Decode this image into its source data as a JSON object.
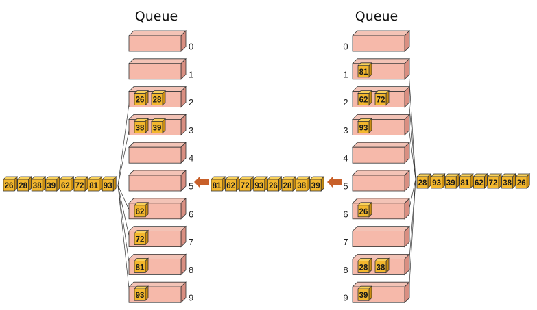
{
  "colors": {
    "slot_front": "#f6b9aa",
    "slot_top": "#f3c3b6",
    "slot_side": "#d98f82",
    "cell_front": "#f3b72e",
    "cell_top": "#f9d15b",
    "cell_side": "#c98c10",
    "arrow": "#c8602a",
    "line": "#333333"
  },
  "left_diagram": {
    "title": "Queue",
    "input_sequence": [
      "26",
      "28",
      "38",
      "39",
      "62",
      "72",
      "81",
      "93"
    ],
    "slots": [
      {
        "index": "0",
        "items": []
      },
      {
        "index": "1",
        "items": []
      },
      {
        "index": "2",
        "items": [
          "26",
          "28"
        ]
      },
      {
        "index": "3",
        "items": [
          "38",
          "39"
        ]
      },
      {
        "index": "4",
        "items": []
      },
      {
        "index": "5",
        "items": []
      },
      {
        "index": "6",
        "items": [
          "62"
        ]
      },
      {
        "index": "7",
        "items": [
          "72"
        ]
      },
      {
        "index": "8",
        "items": [
          "81"
        ]
      },
      {
        "index": "9",
        "items": [
          "93"
        ]
      }
    ]
  },
  "middle_sequence": [
    "81",
    "62",
    "72",
    "93",
    "26",
    "28",
    "38",
    "39"
  ],
  "right_diagram": {
    "title": "Queue",
    "input_sequence": [
      "28",
      "93",
      "39",
      "81",
      "62",
      "72",
      "38",
      "26"
    ],
    "slots": [
      {
        "index": "0",
        "items": []
      },
      {
        "index": "1",
        "items": [
          "81"
        ]
      },
      {
        "index": "2",
        "items": [
          "62",
          "72"
        ]
      },
      {
        "index": "3",
        "items": [
          "93"
        ]
      },
      {
        "index": "4",
        "items": []
      },
      {
        "index": "5",
        "items": []
      },
      {
        "index": "6",
        "items": [
          "26"
        ]
      },
      {
        "index": "7",
        "items": []
      },
      {
        "index": "8",
        "items": [
          "28",
          "38"
        ]
      },
      {
        "index": "9",
        "items": [
          "39"
        ]
      }
    ]
  }
}
